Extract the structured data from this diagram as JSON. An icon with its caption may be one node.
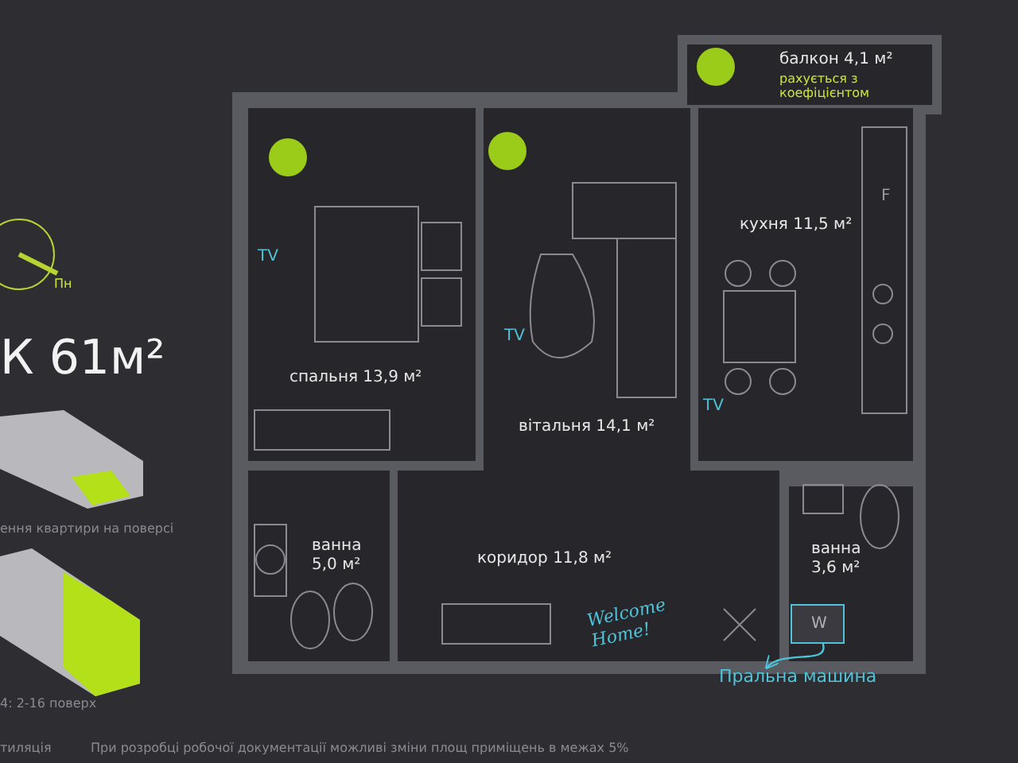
{
  "diagram": {
    "nodes": [
      {
        "text": [
          "балкон 4,1 м²",
          "рахується з коефіцієнтом"
        ]
      },
      {
        "text": [
          "спальня 13,9 м²"
        ]
      },
      {
        "text": [
          "вітальня 14,1 м²"
        ]
      },
      {
        "text": [
          "кухня 11,5 м²"
        ]
      },
      {
        "text": [
          "ванна 5,0 м²"
        ]
      },
      {
        "text": [
          "коридор 11,8 м²"
        ]
      },
      {
        "text": [
          "ванна 3,6 м²"
        ]
      },
      {
        "text": [
          "W"
        ],
        "in": 6
      },
      {
        "text": [
          "Пральна машина"
        ]
      }
    ],
    "edges": [
      {
        "from": 7,
        "to": 8,
        "arrow": "to"
      }
    ],
    "labels": [
      "Пн",
      "К 61м²",
      "TV",
      "F",
      "TV",
      "TV",
      "ення квартири на поверсі",
      "Welcome Home!",
      "4: 2-16 поверх",
      "тиляція",
      "При розробці робочої документації можливі зміни площ приміщень в межах 5%"
    ]
  }
}
